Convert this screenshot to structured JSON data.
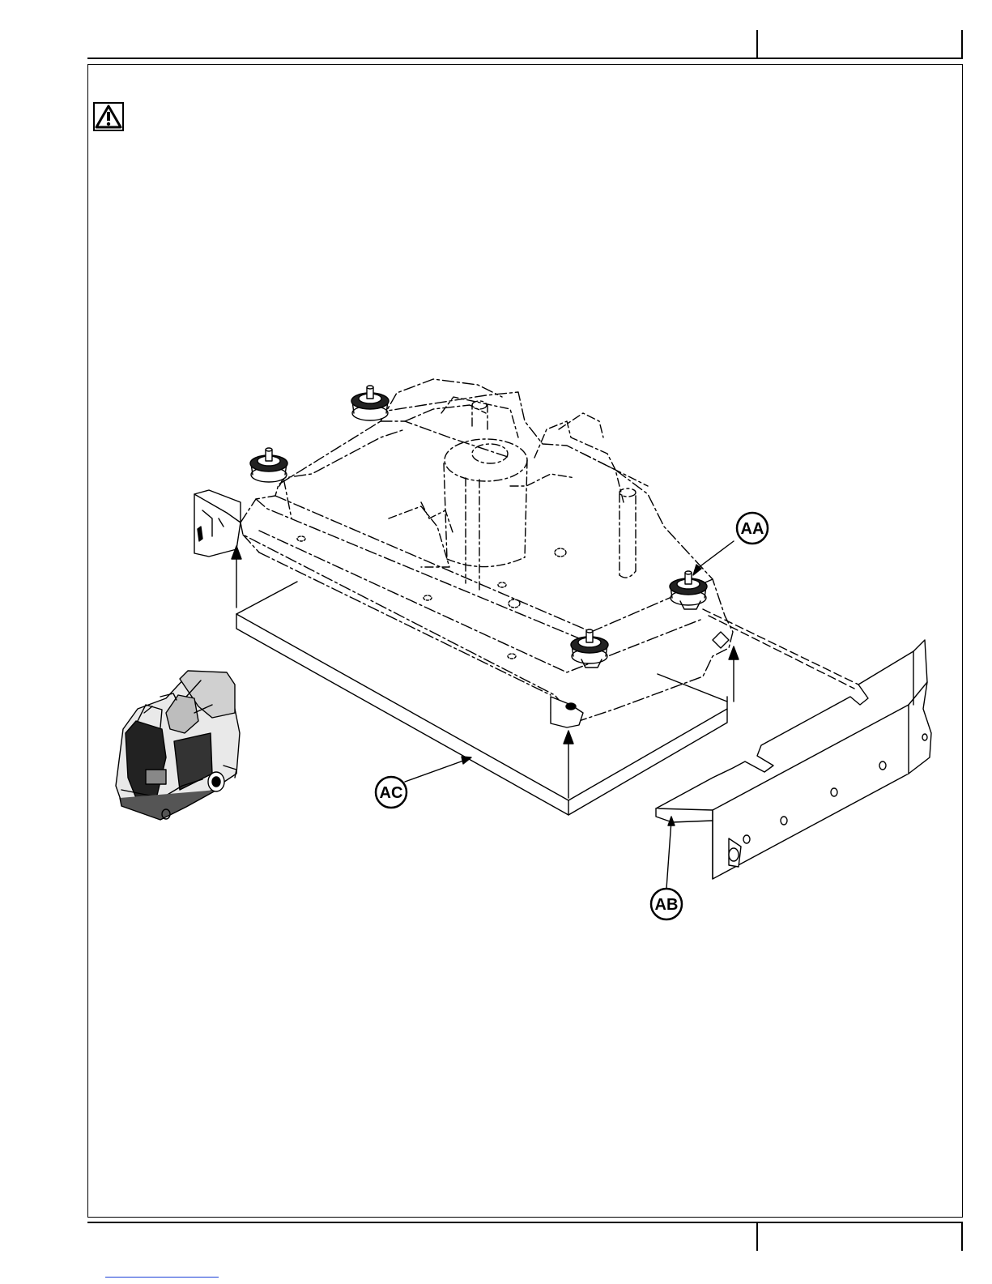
{
  "callouts": {
    "aa": "AA",
    "ab": "AB",
    "ac": "AC"
  },
  "icons": {
    "warning": "warning-triangle-icon",
    "machine": "ride-on-scrubber-thumbnail-icon"
  },
  "colors": {
    "line": "#000000",
    "background": "#ffffff",
    "link_underline": "#1a3fd6"
  }
}
